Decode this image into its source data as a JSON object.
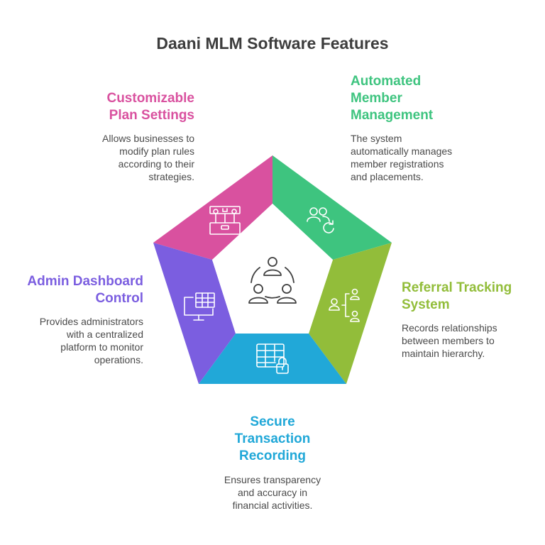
{
  "title": "Daani MLM Software Features",
  "colors": {
    "pink": "#d9519f",
    "green": "#3ec47f",
    "lime": "#92bd3a",
    "blue": "#21a8d8",
    "purple": "#7b5ee0",
    "title": "#3d3d3d"
  },
  "features": [
    {
      "title_lines": [
        "Customizable",
        "Plan Settings"
      ],
      "desc_lines": [
        "Allows businesses to",
        "modify plan rules",
        "according to their",
        "strategies."
      ],
      "icon": "toolbox-icon"
    },
    {
      "title_lines": [
        "Automated",
        "Member",
        "Management"
      ],
      "desc_lines": [
        "The system",
        "automatically manages",
        "member registrations",
        "and placements."
      ],
      "icon": "users-refresh-icon"
    },
    {
      "title_lines": [
        "Referral Tracking",
        "System"
      ],
      "desc_lines": [
        "Records relationships",
        "between members to",
        "maintain hierarchy."
      ],
      "icon": "referral-tree-icon"
    },
    {
      "title_lines": [
        "Secure",
        "Transaction",
        "Recording"
      ],
      "desc_lines": [
        "Ensures transparency",
        "and accuracy in",
        "financial activities."
      ],
      "icon": "table-lock-icon"
    },
    {
      "title_lines": [
        "Admin Dashboard",
        "Control"
      ],
      "desc_lines": [
        "Provides administrators",
        "with a centralized",
        "platform to monitor",
        "operations."
      ],
      "icon": "monitor-table-icon"
    }
  ],
  "center_icon": "network-users-icon"
}
